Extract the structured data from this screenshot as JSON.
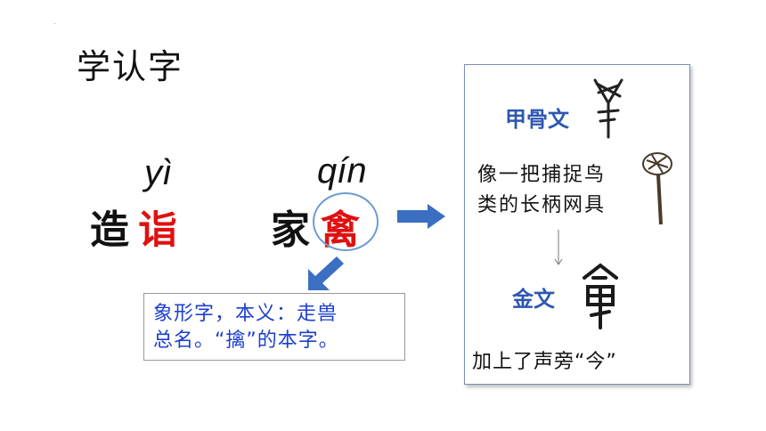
{
  "header": {
    "title": "学认字"
  },
  "words": [
    {
      "pinyin": "yì",
      "prefix": "造",
      "target": "诣"
    },
    {
      "pinyin": "qín",
      "prefix": "家",
      "target": "禽"
    }
  ],
  "definition": {
    "line1": "象形字，本义：走兽",
    "line2": "总名。“擒”的本字。"
  },
  "panel": {
    "oracle_label": "甲骨文",
    "desc_line1": "像一把捕捉鸟",
    "desc_line2": "类的长柄网具",
    "bronze_label": "金文",
    "addition": "加上了声旁“今”"
  },
  "colors": {
    "highlight": "#e01010",
    "label_blue": "#2d57b0",
    "def_blue": "#1c3fcf",
    "arrow_blue": "#3b6fc2"
  }
}
